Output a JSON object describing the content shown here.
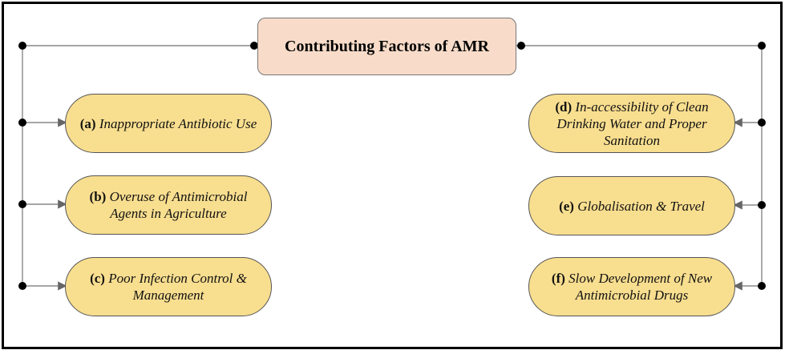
{
  "title": "Contributing Factors of AMR",
  "factors": [
    {
      "letter": "(a)",
      "text": "Inappropriate Antibiotic Use"
    },
    {
      "letter": "(b)",
      "text": "Overuse of Antimicrobial Agents in Agriculture"
    },
    {
      "letter": "(c)",
      "text": "Poor Infection Control & Management"
    },
    {
      "letter": "(d)",
      "text": "In-accessibility of Clean Drinking Water and Proper Sanitation"
    },
    {
      "letter": "(e)",
      "text": "Globalisation & Travel"
    },
    {
      "letter": "(f)",
      "text": "Slow Development of New Antimicrobial Drugs"
    }
  ],
  "colors": {
    "title_fill": "#f8dcc9",
    "factor_fill": "#f8de8f",
    "connector": "#777777",
    "dot": "#000000"
  }
}
